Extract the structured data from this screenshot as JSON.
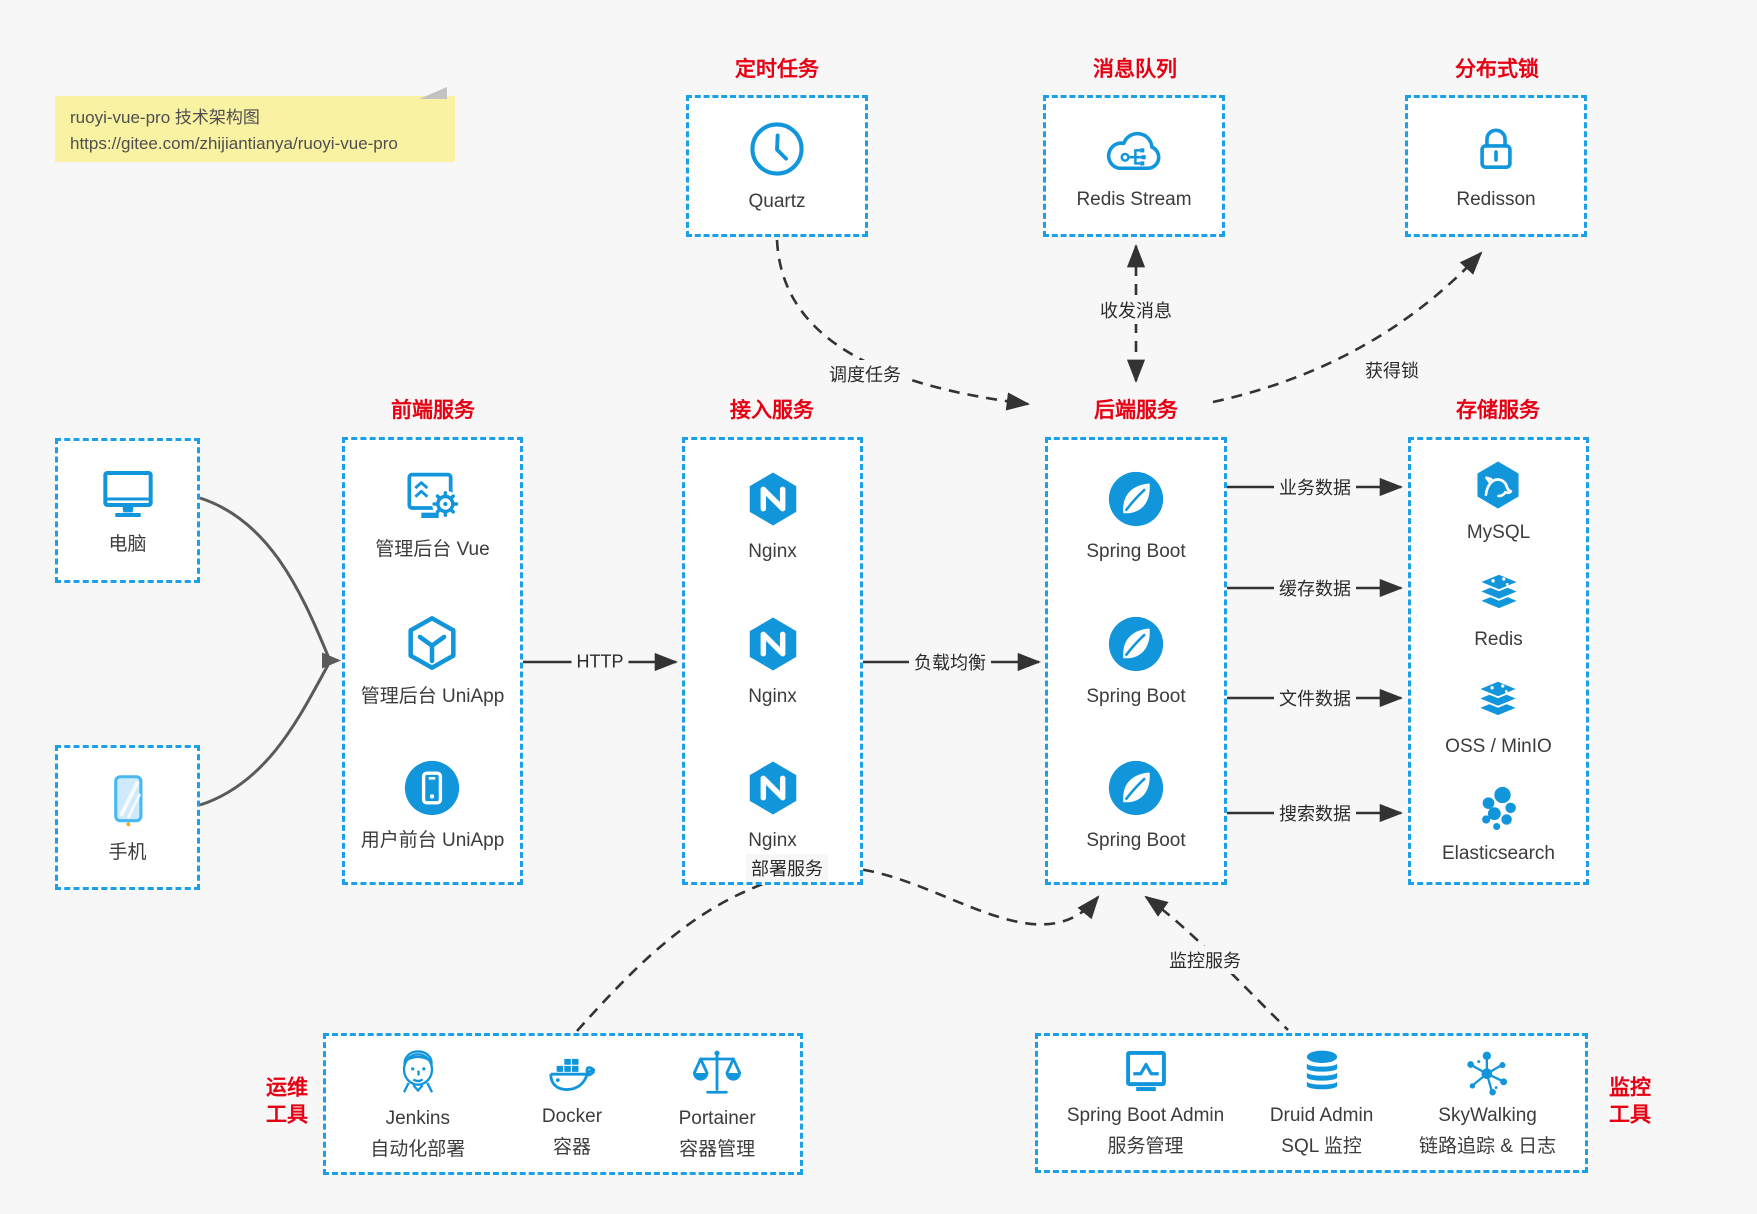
{
  "note": {
    "title": "ruoyi-vue-pro 技术架构图",
    "url": "https://gitee.com/zhijiantianya/ruoyi-vue-pro"
  },
  "top_groups": {
    "scheduler": {
      "title": "定时任务",
      "item": {
        "icon": "clock-icon",
        "label": "Quartz"
      }
    },
    "mq": {
      "title": "消息队列",
      "item": {
        "icon": "cloud-stream-icon",
        "label": "Redis Stream"
      }
    },
    "lock": {
      "title": "分布式锁",
      "item": {
        "icon": "lock-icon",
        "label": "Redisson"
      }
    }
  },
  "devices": {
    "pc": {
      "icon": "desktop-icon",
      "label": "电脑"
    },
    "mobile": {
      "icon": "smartphone-icon",
      "label": "手机"
    }
  },
  "columns": {
    "frontend": {
      "title": "前端服务",
      "items": [
        {
          "icon": "admin-vue-icon",
          "label": "管理后台 Vue"
        },
        {
          "icon": "uniapp-cube-icon",
          "label": "管理后台 UniApp"
        },
        {
          "icon": "user-app-icon",
          "label": "用户前台 UniApp"
        }
      ]
    },
    "access": {
      "title": "接入服务",
      "items": [
        {
          "icon": "nginx-icon",
          "label": "Nginx"
        },
        {
          "icon": "nginx-icon",
          "label": "Nginx"
        },
        {
          "icon": "nginx-icon",
          "label": "Nginx"
        }
      ]
    },
    "backend": {
      "title": "后端服务",
      "items": [
        {
          "icon": "spring-boot-icon",
          "label": "Spring Boot"
        },
        {
          "icon": "spring-boot-icon",
          "label": "Spring Boot"
        },
        {
          "icon": "spring-boot-icon",
          "label": "Spring Boot"
        }
      ]
    },
    "storage": {
      "title": "存储服务",
      "items": [
        {
          "icon": "mysql-icon",
          "label": "MySQL"
        },
        {
          "icon": "redis-icon",
          "label": "Redis"
        },
        {
          "icon": "oss-minio-icon",
          "label": "OSS / MinIO"
        },
        {
          "icon": "elasticsearch-icon",
          "label": "Elasticsearch"
        }
      ]
    }
  },
  "bottom_groups": {
    "ops": {
      "title_line1": "运维",
      "title_line2": "工具",
      "items": [
        {
          "icon": "jenkins-icon",
          "label": "Jenkins",
          "sub": "自动化部署"
        },
        {
          "icon": "docker-icon",
          "label": "Docker",
          "sub": "容器"
        },
        {
          "icon": "portainer-icon",
          "label": "Portainer",
          "sub": "容器管理"
        }
      ]
    },
    "monitoring": {
      "title_line1": "监控",
      "title_line2": "工具",
      "items": [
        {
          "icon": "spring-boot-admin-icon",
          "label": "Spring Boot Admin",
          "sub": "服务管理"
        },
        {
          "icon": "druid-icon",
          "label": "Druid Admin",
          "sub": "SQL 监控"
        },
        {
          "icon": "skywalking-icon",
          "label": "SkyWalking",
          "sub": "链路追踪 & 日志"
        }
      ]
    }
  },
  "edge_labels": {
    "http": "HTTP",
    "load_balance": "负载均衡",
    "schedule_task": "调度任务",
    "send_receive_msg": "收发消息",
    "acquire_lock": "获得锁",
    "business_data": "业务数据",
    "cache_data": "缓存数据",
    "file_data": "文件数据",
    "search_data": "搜索数据",
    "deploy_service": "部署服务",
    "monitor_service": "监控服务"
  },
  "colors": {
    "accent_blue": "#1296db",
    "border_blue": "#1a9fe8",
    "title_red": "#e60014",
    "note_bg": "#f8f2a2",
    "arrow_dark": "#333333",
    "canvas_bg": "#f7f7f7",
    "text": "#3c3c3c"
  }
}
